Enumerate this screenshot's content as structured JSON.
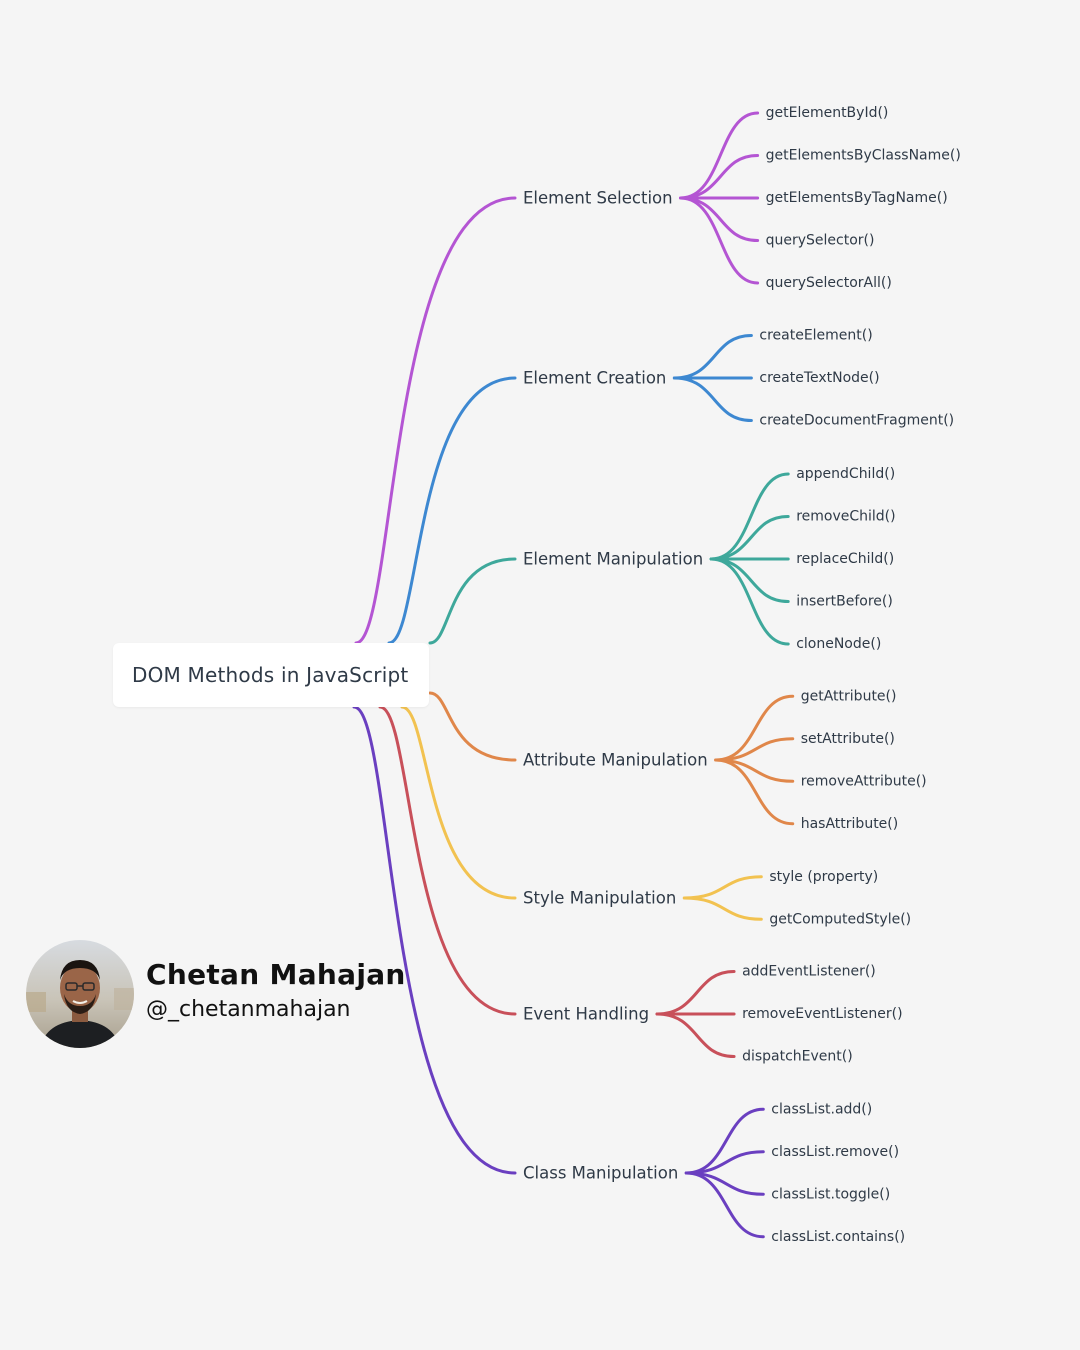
{
  "root": {
    "label": "DOM Methods in JavaScript"
  },
  "branches": [
    {
      "label": "Element Selection",
      "color": "#b455d3",
      "children": [
        "getElementById()",
        "getElementsByClassName()",
        "getElementsByTagName()",
        "querySelector()",
        "querySelectorAll()"
      ]
    },
    {
      "label": "Element Creation",
      "color": "#3d88d1",
      "children": [
        "createElement()",
        "createTextNode()",
        "createDocumentFragment()"
      ]
    },
    {
      "label": "Element Manipulation",
      "color": "#3ea89b",
      "children": [
        "appendChild()",
        "removeChild()",
        "replaceChild()",
        "insertBefore()",
        "cloneNode()"
      ]
    },
    {
      "label": "Attribute Manipulation",
      "color": "#e0874a",
      "children": [
        "getAttribute()",
        "setAttribute()",
        "removeAttribute()",
        "hasAttribute()"
      ]
    },
    {
      "label": "Style Manipulation",
      "color": "#f2c250",
      "children": [
        "style (property)",
        "getComputedStyle()"
      ]
    },
    {
      "label": "Event Handling",
      "color": "#c8505a",
      "children": [
        "addEventListener()",
        "removeEventListener()",
        "dispatchEvent()"
      ]
    },
    {
      "label": "Class Manipulation",
      "color": "#6a3fc0",
      "children": [
        "classList.add()",
        "classList.remove()",
        "classList.toggle()",
        "classList.contains()"
      ]
    }
  ],
  "author": {
    "name": "Chetan Mahajan",
    "handle": "@_chetanmahajan"
  }
}
